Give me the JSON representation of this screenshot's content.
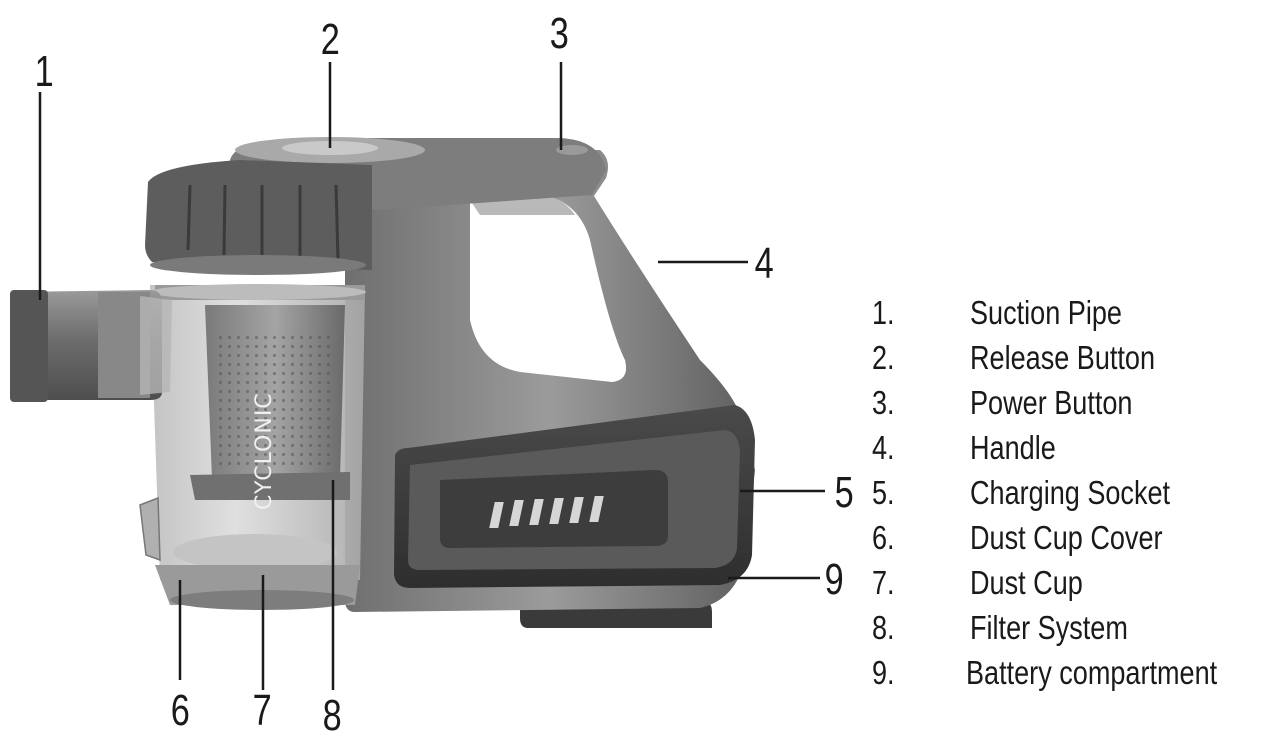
{
  "callouts": [
    "1",
    "2",
    "3",
    "4",
    "5",
    "6",
    "7",
    "8",
    "9"
  ],
  "product_text": "CYCLONIC",
  "legend": [
    {
      "num": "1.",
      "label": "Suction Pipe"
    },
    {
      "num": "2.",
      "label": "Release Button"
    },
    {
      "num": "3.",
      "label": "Power Button"
    },
    {
      "num": "4.",
      "label": "Handle"
    },
    {
      "num": "5.",
      "label": "Charging Socket"
    },
    {
      "num": "6.",
      "label": "Dust Cup Cover"
    },
    {
      "num": "7.",
      "label": "Dust Cup"
    },
    {
      "num": "8.",
      "label": "Filter System"
    },
    {
      "num": "9.",
      "label": "Battery compartment"
    }
  ]
}
